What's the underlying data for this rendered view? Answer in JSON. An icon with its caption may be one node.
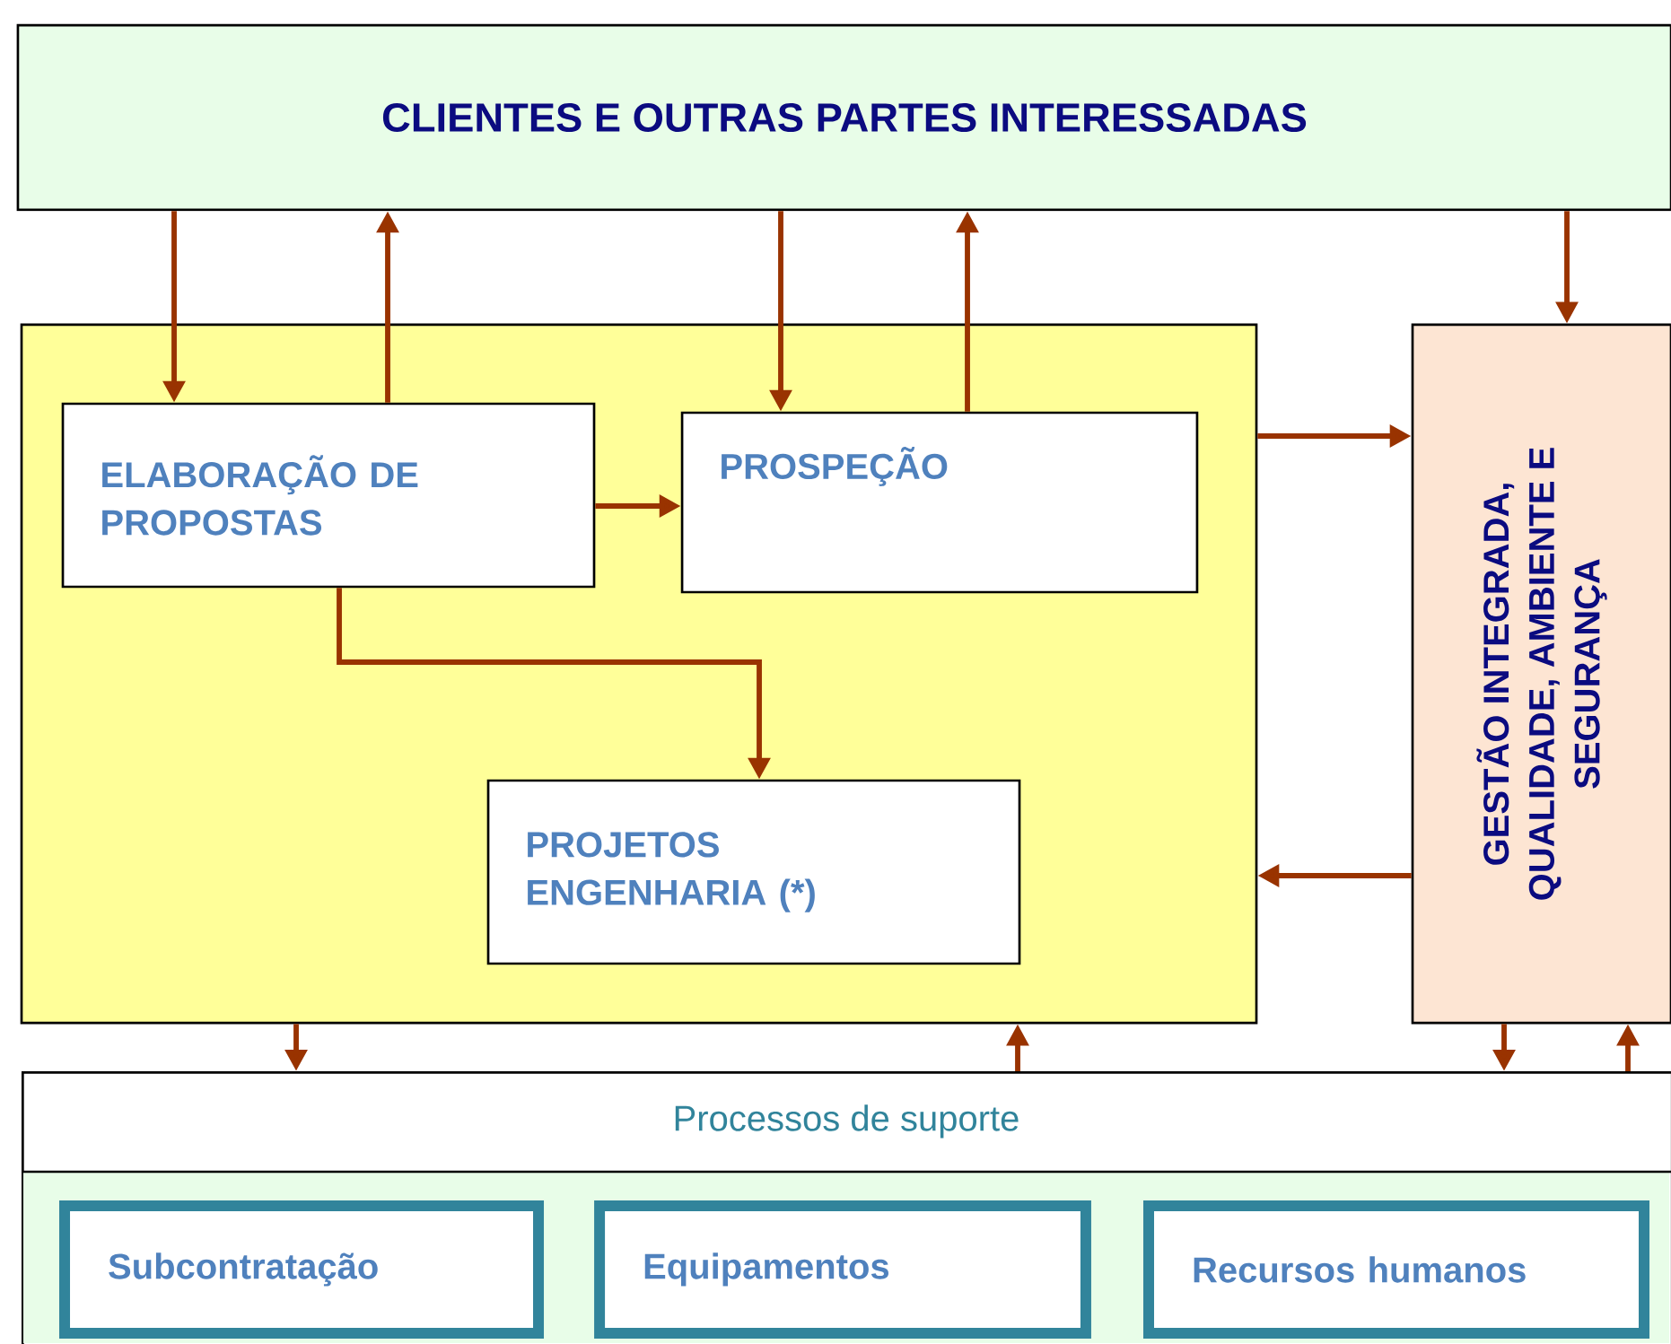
{
  "diagram": {
    "nodes": [
      {
        "text": [
          "CLIENTES E OUTRAS PARTES INTERESSADAS"
        ]
      },
      {
        "text": [],
        "shape": "box"
      },
      {
        "text": [
          "ELABORAÇÃO DE PROPOSTAS"
        ],
        "in": 1
      },
      {
        "text": [
          "PROSPEÇÃO"
        ],
        "in": 1
      },
      {
        "text": [
          "PROJETOS ENGENHARIA (*)"
        ],
        "in": 1
      },
      {
        "text": [
          "GESTÃO INTEGRADA, QUALIDADE, AMBIENTE E SEGURANÇA"
        ]
      },
      {
        "text": [
          "Processos de suporte"
        ]
      },
      {
        "text": [
          "Subcontratação"
        ],
        "in": 6
      },
      {
        "text": [
          "Equipamentos"
        ],
        "in": 6
      },
      {
        "text": [
          "Recursos humanos"
        ],
        "in": 6
      }
    ],
    "edges": [
      {
        "from": 0,
        "to": 2,
        "arrow": "to"
      },
      {
        "from": 2,
        "to": 0,
        "arrow": "to"
      },
      {
        "from": 0,
        "to": 3,
        "arrow": "to"
      },
      {
        "from": 3,
        "to": 0,
        "arrow": "to"
      },
      {
        "from": 2,
        "to": 3,
        "arrow": "to"
      },
      {
        "from": 2,
        "to": 4,
        "arrow": "to"
      },
      {
        "from": 0,
        "to": 5,
        "arrow": "to"
      },
      {
        "from": 1,
        "to": 5,
        "arrow": "to"
      },
      {
        "from": 5,
        "to": 1,
        "arrow": "to"
      },
      {
        "from": 1,
        "to": 6,
        "arrow": "to"
      },
      {
        "from": 6,
        "to": 1,
        "arrow": "to"
      },
      {
        "from": 5,
        "to": 6,
        "arrow": "to"
      },
      {
        "from": 6,
        "to": 5,
        "arrow": "to"
      }
    ]
  }
}
